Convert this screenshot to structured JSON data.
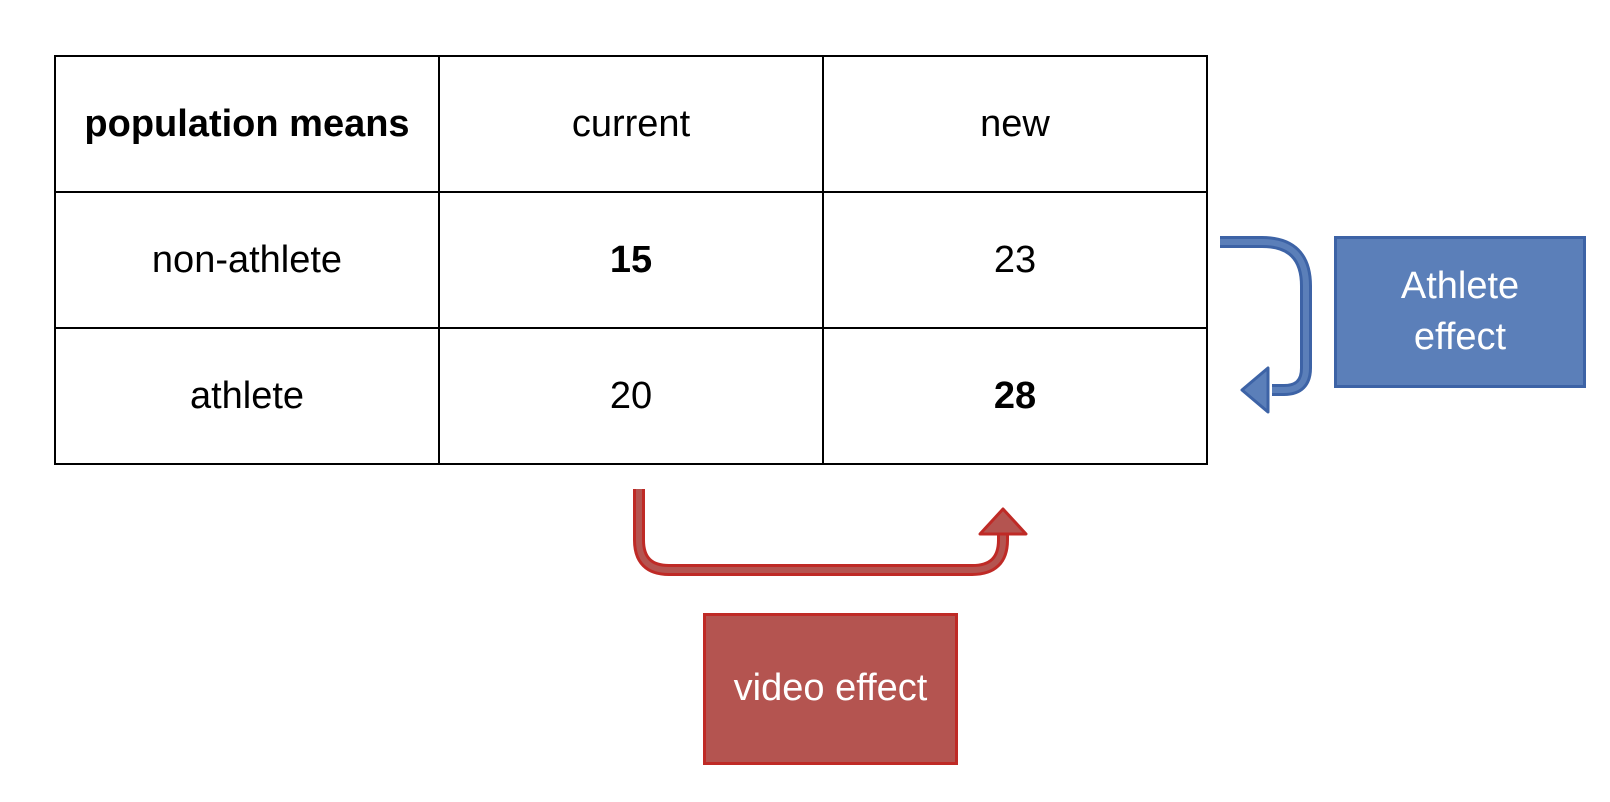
{
  "table": {
    "header": [
      "population means",
      "current",
      "new"
    ],
    "rows": [
      {
        "label": "non-athlete",
        "current": "15",
        "new": "23"
      },
      {
        "label": "athlete",
        "current": "20",
        "new": "28"
      }
    ]
  },
  "callouts": {
    "athlete_effect": "Athlete effect",
    "video_effect": "video effect"
  },
  "colors": {
    "athlete_fill": "#5b7fb9",
    "athlete_outline": "#3d63a6",
    "video_fill": "#b45450",
    "video_outline": "#bf2a26"
  },
  "icons": {
    "athlete_arrow": "bent-arrow-down-left-icon",
    "video_arrow": "u-turn-arrow-up-right-icon"
  }
}
